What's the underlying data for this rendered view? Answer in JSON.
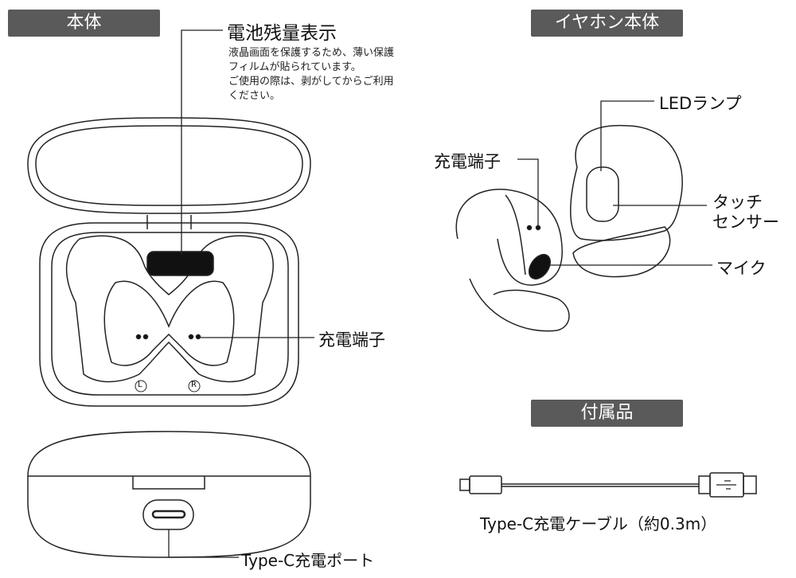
{
  "sections": {
    "main_body": "本体",
    "earphone_body": "イヤホン本体",
    "accessories": "付属品"
  },
  "labels": {
    "battery_display": "電池残量表示",
    "battery_note": [
      "液晶画面を保護するため、薄い保護",
      "フィルムが貼られています。",
      "ご使用の際は、剥がしてからご利用",
      "ください。"
    ],
    "case_charge_terminal": "充電端子",
    "left_mark": "L",
    "right_mark": "R",
    "typec_port": "Type-C充電ポート",
    "led_lamp": "LEDランプ",
    "earphone_charge_terminal": "充電端子",
    "touch_sensor": [
      "タッチ",
      "センサー"
    ],
    "mic": "マイク",
    "cable": "Type-C充電ケーブル（約0.3m）"
  },
  "colors": {
    "header_bg": "#5a5a5a",
    "line": "#222222"
  }
}
